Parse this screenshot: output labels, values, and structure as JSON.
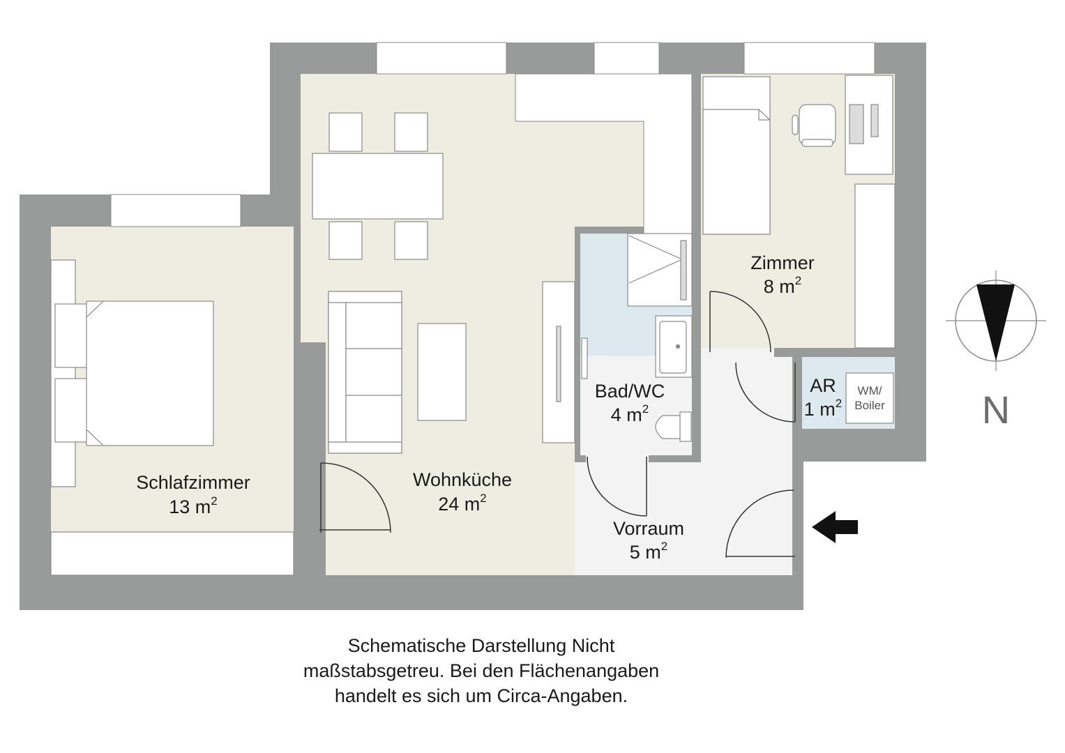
{
  "colors": {
    "wall": "#999b9b",
    "floor_living": "#efece2",
    "floor_bath": "#dde9ee",
    "floor_hall": "#f3f3f3",
    "furniture": "#ffffff",
    "line": "#8a8a8a",
    "text": "#1a1a1a",
    "accent": "#111111"
  },
  "rooms": {
    "schlafzimmer": {
      "name": "Schlafzimmer",
      "area": "13 m",
      "exp": "2"
    },
    "wohnkueche": {
      "name": "Wohnküche",
      "area": "24 m",
      "exp": "2"
    },
    "bad_wc": {
      "name": "Bad/WC",
      "area": "4 m",
      "exp": "2"
    },
    "zimmer": {
      "name": "Zimmer",
      "area": "8 m",
      "exp": "2"
    },
    "ar": {
      "name": "AR",
      "area": "1 m",
      "exp": "2"
    },
    "vorraum": {
      "name": "Vorraum",
      "area": "5 m",
      "exp": "2"
    }
  },
  "appliance": {
    "line1": "WM/",
    "line2": "Boiler"
  },
  "compass": {
    "letter": "N"
  },
  "icons": {
    "compass": "compass-icon",
    "entrance": "entrance-arrow-icon"
  },
  "disclaimer": {
    "line1": "Schematische Darstellung Nicht",
    "line2": "maßstabsgetreu. Bei den Flächenangaben",
    "line3": "handelt es sich um Circa-Angaben."
  }
}
